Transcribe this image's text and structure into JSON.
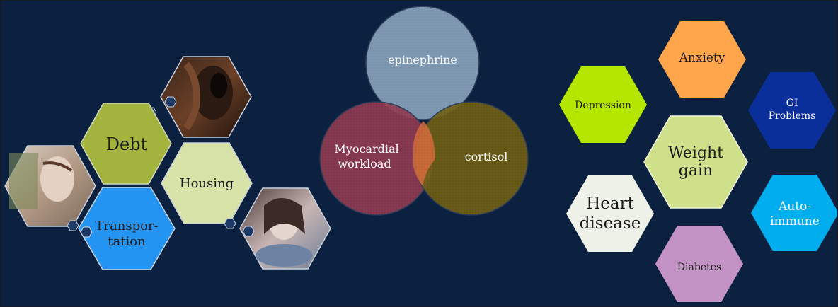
{
  "stressors": {
    "debt": "Debt",
    "housing": "Housing",
    "transportation_line1": "Transpor-",
    "transportation_line2": "tation"
  },
  "hormones": {
    "epinephrine": "epinephrine",
    "cortisol": "cortisol",
    "myocardial_line1": "Myocardial",
    "myocardial_line2": "workload"
  },
  "effects": {
    "anxiety": "Anxiety",
    "depression": "Depression",
    "gi_line1": "GI",
    "gi_line2": "Problems",
    "weight_line1": "Weight",
    "weight_line2": "gain",
    "heart_line1": "Heart",
    "heart_line2": "disease",
    "autoimmune_line1": "Auto-",
    "autoimmune_line2": "immune",
    "diabetes": "Diabetes"
  },
  "colors": {
    "background": "#0c2140",
    "debt": "#a2b33e",
    "housing": "#d7e3a8",
    "transportation": "#2394f1",
    "epinephrine": "#8aa3bd",
    "myocardial": "#8e3a4f",
    "cortisol": "#6f5e12",
    "anxiety": "#ffa64d",
    "depression": "#b4e600",
    "gi": "#0a2f9a",
    "weight": "#cfe08a",
    "heart": "#eef1e7",
    "autoimmune": "#00aeef",
    "diabetes": "#c493c6"
  }
}
